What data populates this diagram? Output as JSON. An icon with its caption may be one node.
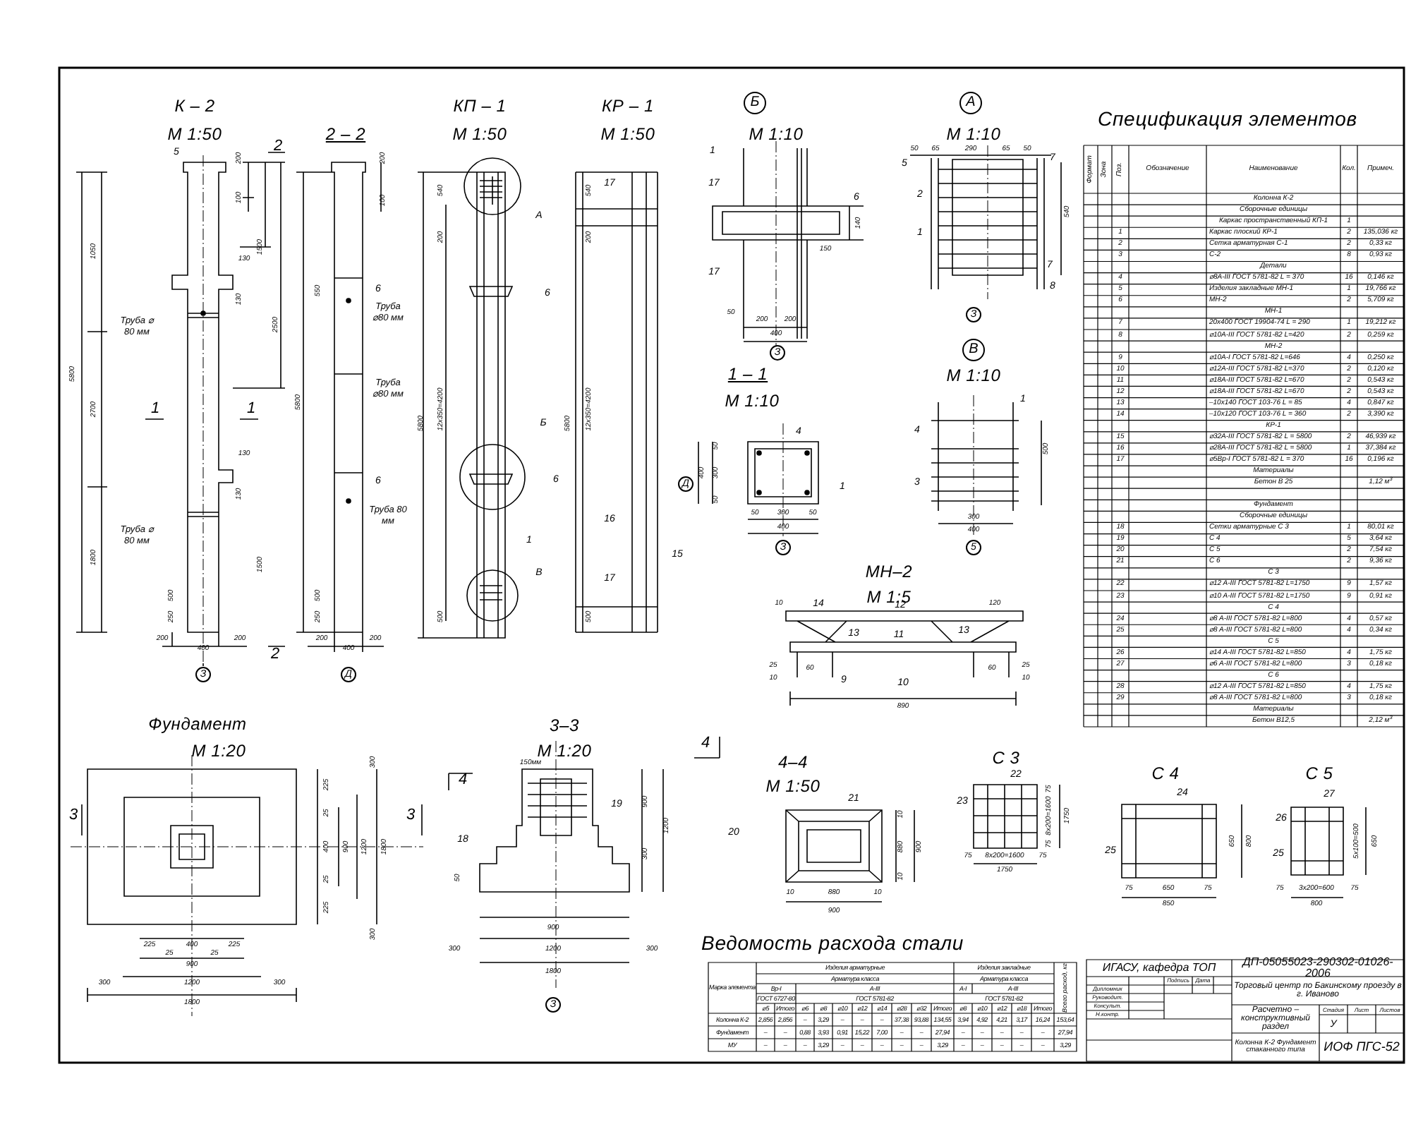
{
  "diagram": {
    "labels": [
      "К – 2",
      "М 1:50",
      "2 – 2",
      "КП – 1",
      "М 1:50",
      "КР – 1",
      "М 1:50",
      "Б",
      "М 1:10",
      "А",
      "М 1:10",
      "Спецификация элементов",
      "5",
      "2",
      "200",
      "100",
      "1500",
      "2500",
      "130",
      "130",
      "1050",
      "Труба ⌀ 80 мм",
      "2700",
      "5800",
      "1",
      "1",
      "130",
      "130",
      "Труба ⌀ 80 мм",
      "1800",
      "1500",
      "500",
      "250",
      "200",
      "400",
      "200",
      "2",
      "З",
      "200",
      "100",
      "550",
      "6",
      "Труба ⌀80 мм",
      "5800",
      "Труба ⌀80 мм",
      "6",
      "Труба 80 мм",
      "500",
      "250",
      "200",
      "400",
      "200",
      "Д",
      "540",
      "200",
      "6",
      "5800",
      "12х350=4200",
      "А",
      "Б",
      "6",
      "1",
      "В",
      "500",
      "17",
      "540",
      "200",
      "5800",
      "12х350=4200",
      "16",
      "15",
      "17",
      "500",
      "1",
      "17",
      "6",
      "140",
      "150",
      "17",
      "50",
      "200",
      "200",
      "400",
      "З",
      "50",
      "65",
      "290",
      "65",
      "50",
      "5",
      "7",
      "2",
      "1",
      "540",
      "7",
      "8",
      "З",
      "1 – 1",
      "М 1:10",
      "4",
      "50",
      "400",
      "300",
      "Д",
      "50",
      "1",
      "50",
      "300",
      "50",
      "400",
      "З",
      "В",
      "М 1:10",
      "1",
      "4",
      "500",
      "3",
      "300",
      "400",
      "5",
      "МН–2",
      "М 1:5",
      "10",
      "14",
      "12",
      "120",
      "13",
      "11",
      "13",
      "25",
      "60",
      "9",
      "10",
      "60",
      "25",
      "10",
      "10",
      "890",
      "Фундамент",
      "М 1:20",
      "3",
      "300",
      "225",
      "25",
      "400",
      "25",
      "225",
      "900",
      "1200",
      "1800",
      "300",
      "225",
      "25",
      "400",
      "25",
      "225",
      "900",
      "300",
      "1200",
      "300",
      "1800",
      "3–3",
      "М 1:20",
      "3",
      "4",
      "150мм",
      "19",
      "4",
      "900",
      "1200",
      "18",
      "300",
      "50",
      "900",
      "300",
      "1200",
      "300",
      "1800",
      "З",
      "4–4",
      "М 1:50",
      "21",
      "10",
      "20",
      "880",
      "900",
      "10",
      "10",
      "880",
      "10",
      "900",
      "С 3",
      "22",
      "23",
      "75",
      "8х200=1600",
      "1750",
      "75",
      "75",
      "8х200=1600",
      "75",
      "1750",
      "С 4",
      "24",
      "650",
      "800",
      "25",
      "75",
      "650",
      "75",
      "850",
      "С 5",
      "27",
      "26",
      "5х100=500",
      "650",
      "25",
      "75",
      "3х200=600",
      "75",
      "800",
      "Ведомость расхода стали",
      "Формат",
      "Зона",
      "Поз.",
      "Обозначение",
      "Наименование",
      "Кол.",
      "Примеч.",
      "Колонна К-2",
      "Сборочные единицы",
      "Каркас пространственный КП-1",
      "1",
      "1",
      "Каркас плоский КР-1",
      "2",
      "135,036 кг",
      "2",
      "Сетка арматурная С-1",
      "2",
      "0,33 кг",
      "3",
      "С-2",
      "8",
      "0,93 кг",
      "Детали",
      "4",
      "⌀8A-III ГОСТ 5781-82 L = 370",
      "16",
      "0,146 кг",
      "5",
      "Изделия закладные МН-1",
      "1",
      "19,766 кг",
      "6",
      "МН-2",
      "2",
      "5,709 кг",
      "МН-1",
      "7",
      "20х400 ГОСТ 19904-74 L = 290",
      "1",
      "19,212 кг",
      "8",
      "⌀10A-III ГОСТ 5781-82 L=420",
      "2",
      "0,259 кг",
      "МН-2",
      "9",
      "⌀10A-I ГОСТ 5781-82 L=646",
      "4",
      "0,250 кг",
      "10",
      "⌀12A-III ГОСТ 5781-82 L=370",
      "2",
      "0,120 кг",
      "11",
      "⌀18A-III ГОСТ 5781-82 L=670",
      "2",
      "0,543 кг",
      "12",
      "⌀18A-III ГОСТ 5781-82 L=670",
      "2",
      "0,543 кг",
      "13",
      "–10х140 ГОСТ 103-76 L = 85",
      "4",
      "0,847 кг",
      "14",
      "–10х120 ГОСТ 103-76 L = 360",
      "2",
      "3,390 кг",
      "КР-1",
      "15",
      "⌀32A-III ГОСТ 5781-82 L = 5800",
      "2",
      "46,939 кг",
      "16",
      "⌀28A-III ГОСТ 5781-82 L = 5800",
      "1",
      "37,384 кг",
      "17",
      "⌀5Вр-I ГОСТ 5781-82 L = 370",
      "16",
      "0,196 кг",
      "Материалы",
      "Бетон В 25",
      "1,12 м$^{3}$",
      "Фундамент",
      "Сборочные единицы",
      "18",
      "Сетки арматурные С 3",
      "1",
      "80,01 кг",
      "19",
      "С 4",
      "5",
      "3,64 кг",
      "20",
      "С 5",
      "2",
      "7,54 кг",
      "21",
      "С 6",
      "2",
      "9,36 кг",
      "С 3",
      "22",
      "⌀12 A-III ГОСТ 5781-82 L=1750",
      "9",
      "1,57 кг",
      "23",
      "⌀10 A-III ГОСТ 5781-82 L=1750",
      "9",
      "0,91 кг",
      "С 4",
      "24",
      "⌀8 A-III ГОСТ 5781-82 L=800",
      "4",
      "0,57 кг",
      "25",
      "⌀8 A-III ГОСТ 5781-82 L=800",
      "4",
      "0,34 кг",
      "С 5",
      "26",
      "⌀14 A-III ГОСТ 5781-82 L=850",
      "4",
      "1,75 кг",
      "27",
      "⌀6 A-III ГОСТ 5781-82 L=800",
      "3",
      "0,18 кг",
      "С 6",
      "28",
      "⌀12 A-III ГОСТ 5781-82 L=850",
      "4",
      "1,75 кг",
      "29",
      "⌀8 A-III ГОСТ 5781-82 L=800",
      "3",
      "0,18 кг",
      "Материалы",
      "Бетон В12,5",
      "2,12 м$^{3}$",
      "Марка элемента",
      "Изделия арматурные",
      "Изделия закладные",
      "Всего расход, кг",
      "Арматура класса",
      "Арматура класса",
      "Вр-I",
      "A-III",
      "A-I",
      "A-III",
      "ГОСТ 6727-80",
      "ГОСТ 5781-82",
      "ГОСТ 5781-82",
      "⌀5",
      "Итого",
      "⌀6",
      "⌀8",
      "⌀10",
      "⌀12",
      "⌀14",
      "⌀28",
      "⌀32",
      "Итого",
      "⌀8",
      "⌀10",
      "⌀12",
      "⌀18",
      "Итого",
      "Колонна К-2",
      "2,856",
      "2,856",
      "–",
      "3,29",
      "–",
      "–",
      "–",
      "37,38",
      "93,88",
      "134,55",
      "3,94",
      "4,92",
      "4,21",
      "3,17",
      "16,24",
      "153,64",
      "Фундамент",
      "–",
      "–",
      "0,88",
      "3,93",
      "0,91",
      "15,22",
      "7,00",
      "–",
      "–",
      "27,94",
      "–",
      "–",
      "–",
      "–",
      "–",
      "27,94",
      "МУ",
      "–",
      "–",
      "–",
      "3,29",
      "–",
      "–",
      "–",
      "–",
      "–",
      "3,29",
      "–",
      "–",
      "–",
      "–",
      "–",
      "3,29",
      "ИГАСУ, кафедра ТОП",
      "ДП-05055023-290302-01026-2006",
      "Подпись",
      "Дата",
      "Дипломник",
      "Руководит.",
      "Консульт.",
      "Н.контр.",
      "Торговый центр по Бакинскому проезду в г. Иваново",
      "Расчетно – конструктивный раздел",
      "Стадия",
      "Лист",
      "Листов",
      "У",
      "Колонна К-2 Фундамент стаканного типа",
      "ИОФ ПГС-52"
    ]
  }
}
